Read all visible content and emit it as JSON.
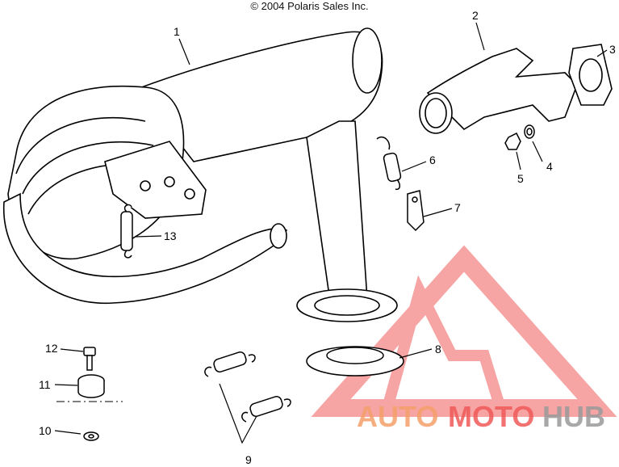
{
  "copyright": "© 2004 Polaris Sales Inc.",
  "callouts": [
    {
      "id": "1",
      "label": "1"
    },
    {
      "id": "2",
      "label": "2"
    },
    {
      "id": "3",
      "label": "3"
    },
    {
      "id": "4",
      "label": "4"
    },
    {
      "id": "5",
      "label": "5"
    },
    {
      "id": "6",
      "label": "6"
    },
    {
      "id": "7",
      "label": "7"
    },
    {
      "id": "8",
      "label": "8"
    },
    {
      "id": "9",
      "label": "9"
    },
    {
      "id": "10",
      "label": "10"
    },
    {
      "id": "11",
      "label": "11"
    },
    {
      "id": "12",
      "label": "12"
    },
    {
      "id": "13",
      "label": "13"
    }
  ],
  "watermark": {
    "part1": "AUTO",
    "part2": "MOTO",
    "part3": "HUB",
    "color_red": "#f05a5a",
    "color_orange": "#f5a06a",
    "color_gray": "#9a9a9a"
  }
}
